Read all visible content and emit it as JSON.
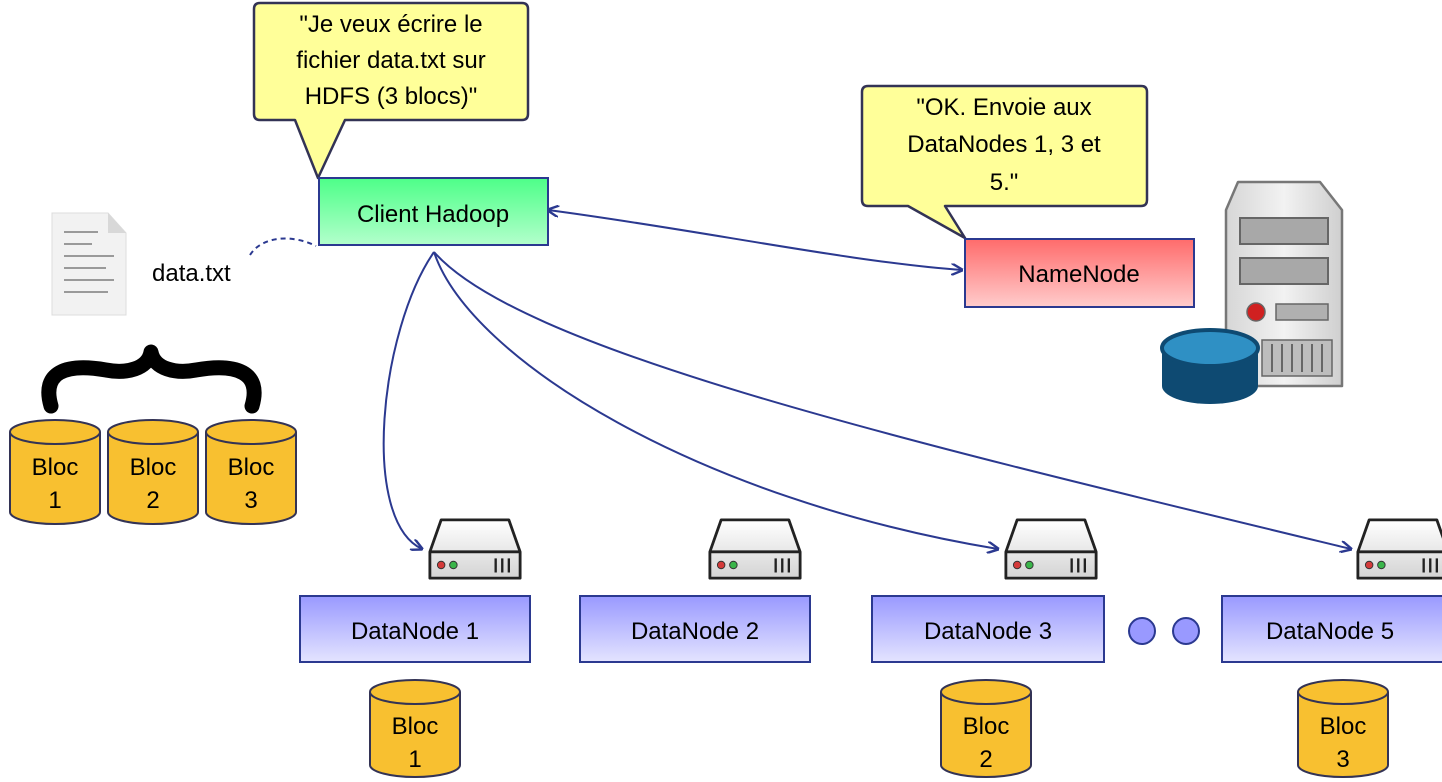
{
  "bubbles": {
    "client": [
      "\"Je veux écrire le",
      "fichier data.txt sur",
      "HDFS (3 blocs)\""
    ],
    "namenode": [
      "\"OK. Envoie aux",
      "DataNodes 1, 3 et",
      "5.\""
    ]
  },
  "nodes": {
    "client": "Client Hadoop",
    "namenode": "NameNode",
    "datanodes": [
      "DataNode 1",
      "DataNode 2",
      "DataNode 3",
      "DataNode 5"
    ]
  },
  "file": {
    "name": "data.txt"
  },
  "blocks": {
    "left": [
      {
        "label": "Bloc",
        "num": "1"
      },
      {
        "label": "Bloc",
        "num": "2"
      },
      {
        "label": "Bloc",
        "num": "3"
      }
    ],
    "stored": [
      {
        "label": "Bloc",
        "num": "1"
      },
      {
        "label": "Bloc",
        "num": "2"
      },
      {
        "label": "Bloc",
        "num": "3"
      }
    ]
  },
  "colors": {
    "bubble_fill": "#ffff99",
    "client_fill": "#66ff99",
    "namenode_fill": "#ff8080",
    "datanode_fill": "#aaaaff",
    "block_fill": "#f8c030",
    "arrow": "#2b3990",
    "database": "#1a5a8a"
  }
}
